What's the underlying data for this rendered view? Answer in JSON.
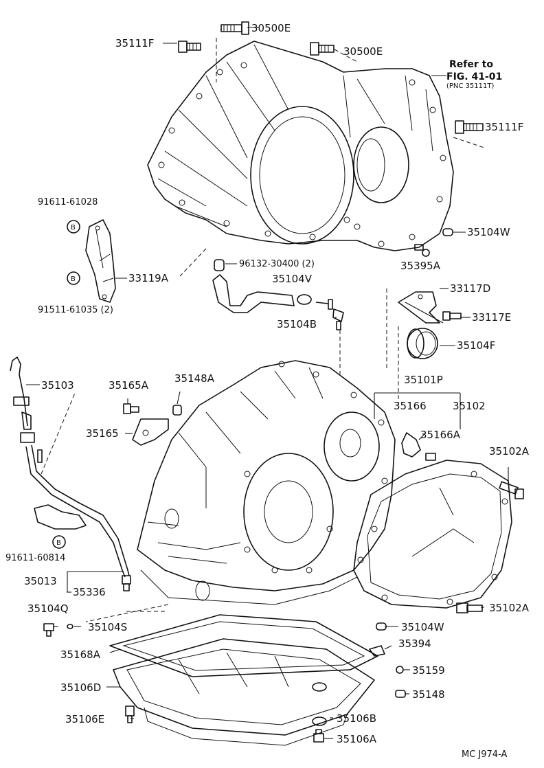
{
  "labels": {
    "l30500E_top": "30500E",
    "l35111F_top": "35111F",
    "l30500E_mid": "30500E",
    "refer_line1": "Refer to",
    "refer_line2": "FIG. 41-01",
    "refer_line3": "(PNC 35111T)",
    "l35111F_right": "35111F",
    "l91611_61028": "91611-61028",
    "b_top": "B",
    "l33119A": "33119A",
    "b_mid": "B",
    "l91511_61035": "91511-61035 (2)",
    "l35104W_top": "35104W",
    "l35395A": "35395A",
    "l96132_30400": "96132-30400 (2)",
    "l35104V": "35104V",
    "l33117D": "33117D",
    "l35104B": "35104B",
    "l33117E": "33117E",
    "l35104F": "35104F",
    "l35103": "35103",
    "l35165A": "35165A",
    "l35148A": "35148A",
    "l35101P": "35101P",
    "l35166": "35166",
    "l35102": "35102",
    "l35165": "35165",
    "l35166A": "35166A",
    "l35102A_top": "35102A",
    "b_low": "B",
    "l91611_60814": "91611-60814",
    "l35013": "35013",
    "l35336": "35336",
    "l35104Q": "35104Q",
    "l35104S": "35104S",
    "l35102A_low": "35102A",
    "l35104W_low": "35104W",
    "l35168A": "35168A",
    "l35394": "35394",
    "l35159": "35159",
    "l35106D": "35106D",
    "l35148": "35148",
    "l35106E": "35106E",
    "l35106B": "35106B",
    "l35106A": "35106A",
    "footer_code": "MC  J974-A"
  }
}
